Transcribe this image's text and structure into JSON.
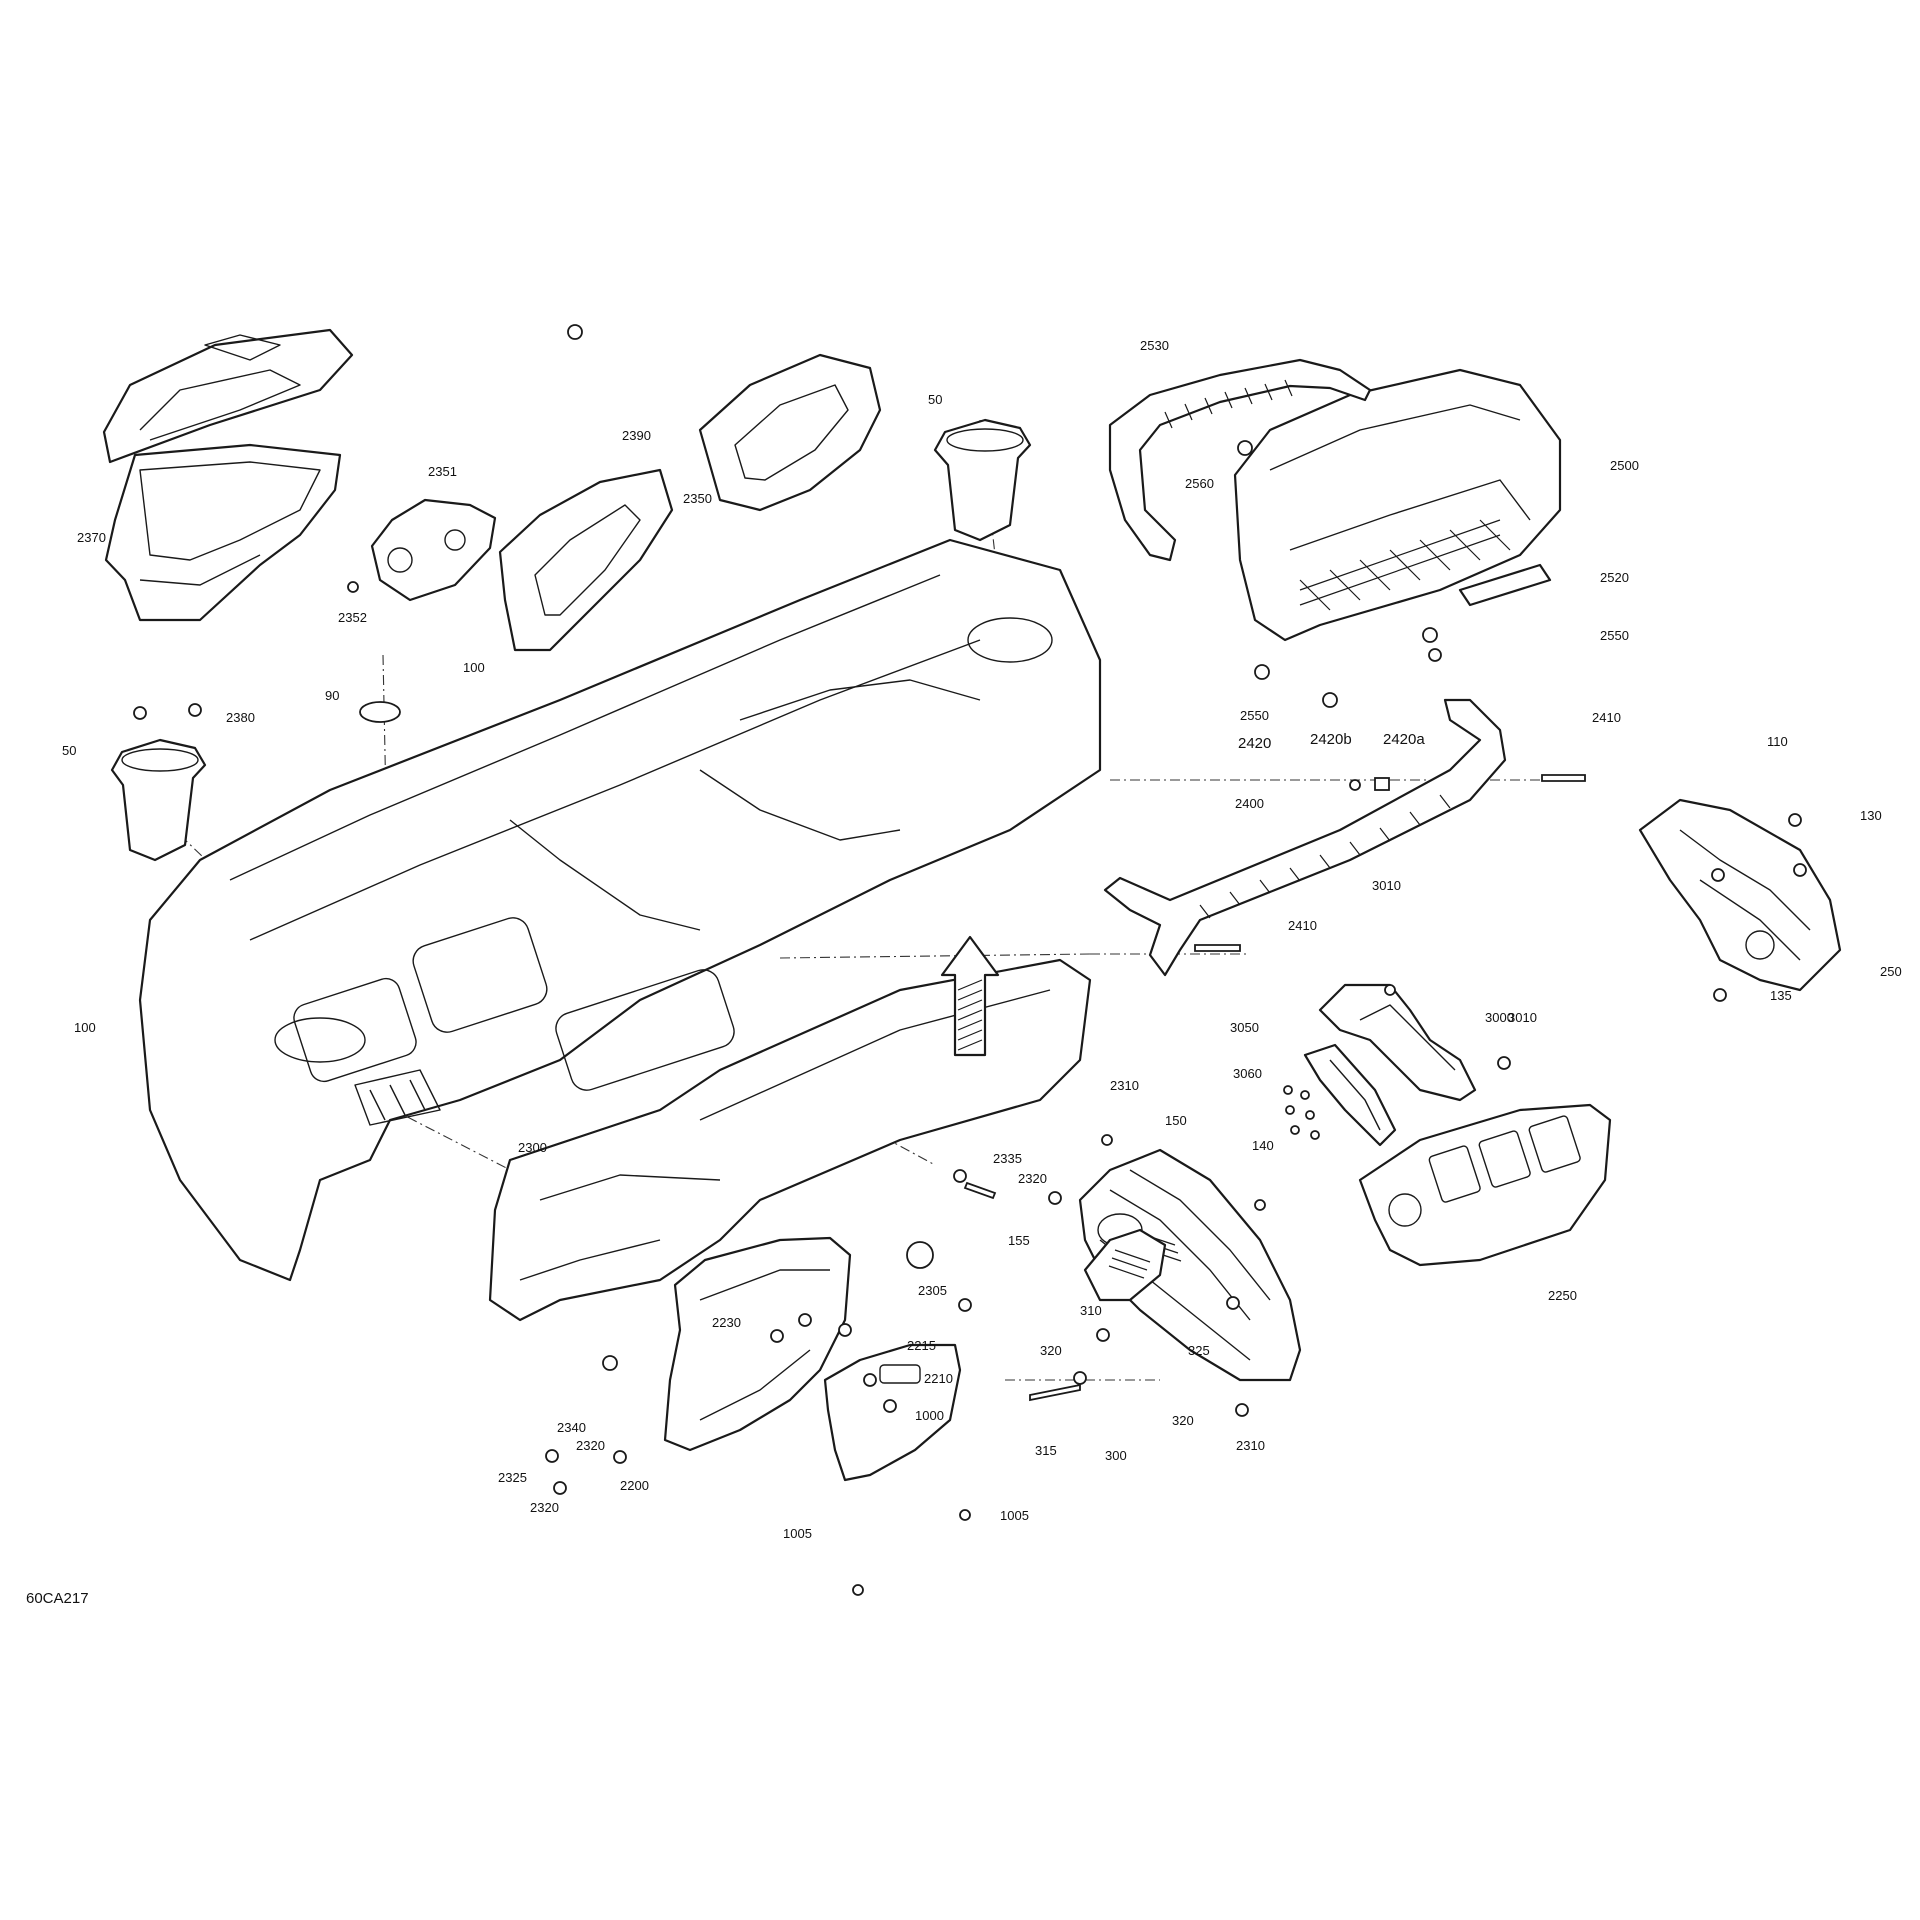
{
  "diagram_code": "60CA217",
  "callouts": [
    "2530",
    "2560",
    "2500",
    "2520",
    "2550",
    "2550",
    "50",
    "2390",
    "2351",
    "2350",
    "2370",
    "2352",
    "2380",
    "90",
    "100",
    "50",
    "100",
    "2420",
    "2420b",
    "2420a",
    "2410",
    "2400",
    "2410",
    "110",
    "130",
    "250",
    "135",
    "3010",
    "3000",
    "3010",
    "3050",
    "3060",
    "2310",
    "150",
    "140",
    "2335",
    "2320",
    "155",
    "2305",
    "2300",
    "2250",
    "310",
    "320",
    "325",
    "320",
    "315",
    "300",
    "2310",
    "2230",
    "2215",
    "2210",
    "2340",
    "2320",
    "2325",
    "2320",
    "2200",
    "1000",
    "1005",
    "1005"
  ]
}
